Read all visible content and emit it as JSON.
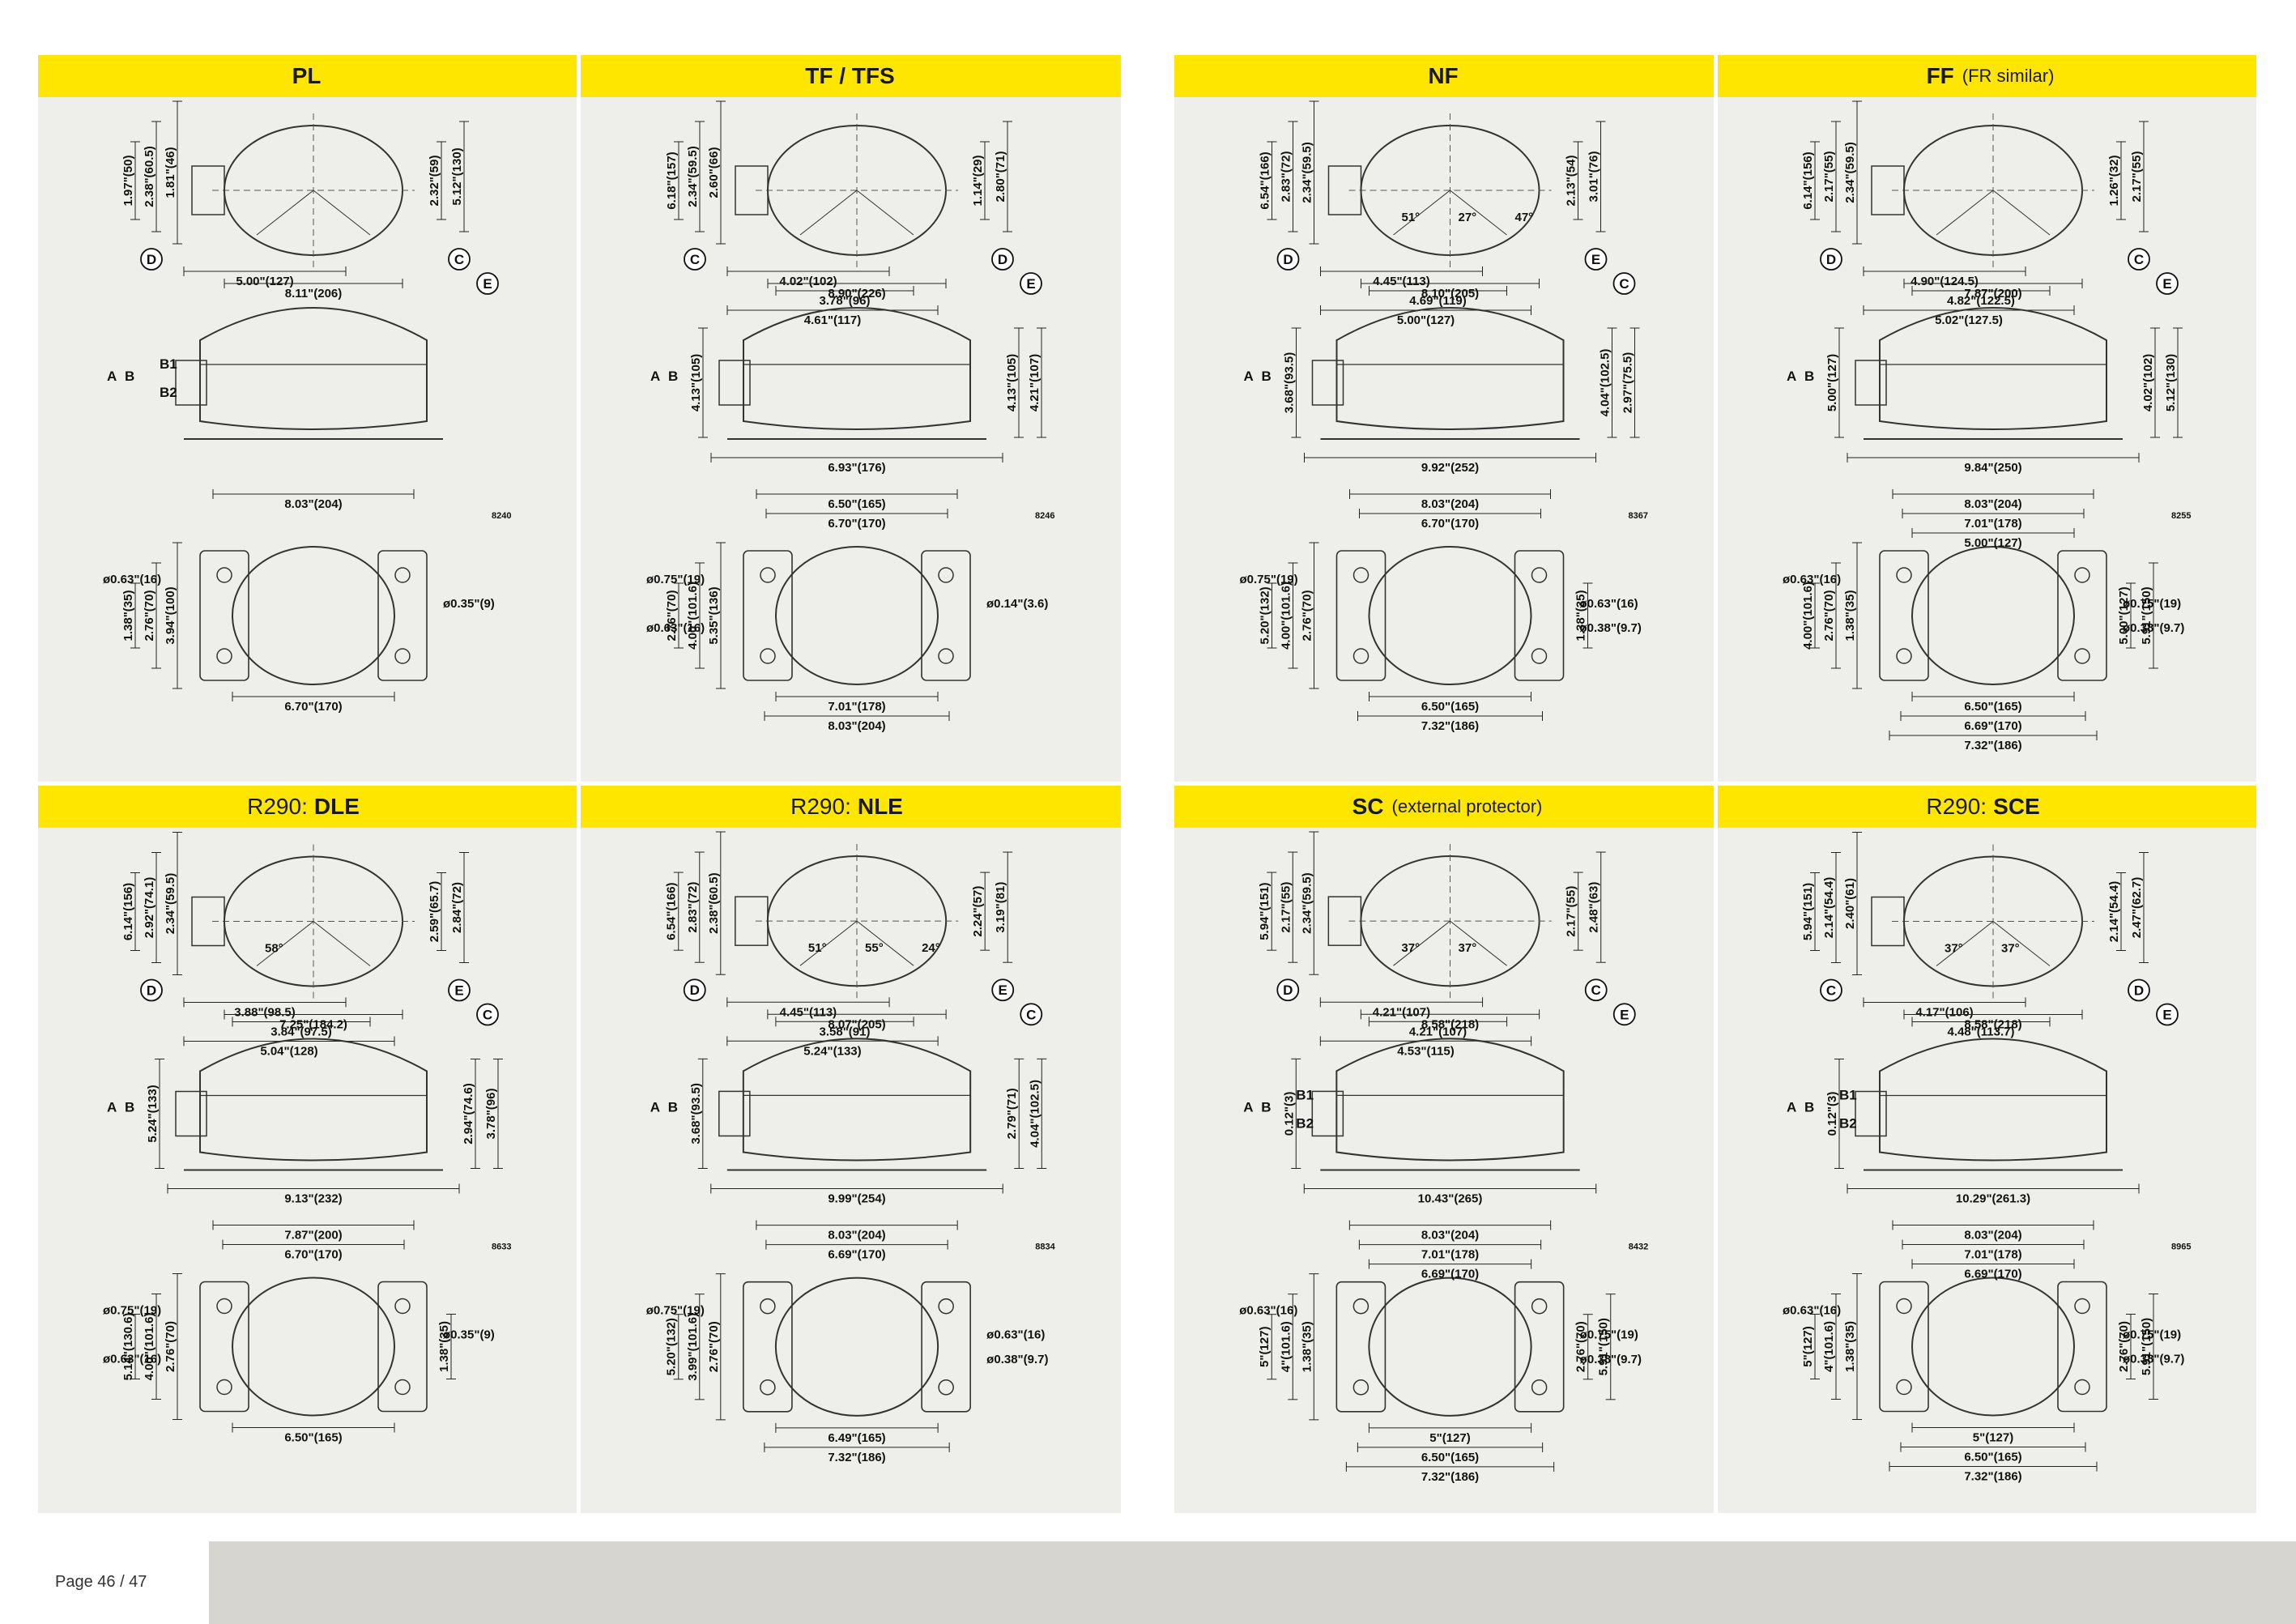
{
  "panels": [
    {
      "id": "pl",
      "title_pre": "",
      "title_main": "PL",
      "title_note": "",
      "code": "8240",
      "top_dims_h": [
        "5.00\"(127)"
      ],
      "top_dims_v": [
        "1.97\"(50)",
        "2.38\"(60.5)",
        "1.81\"(46)",
        "2.32\"(59)",
        "5.12\"(130)"
      ],
      "side_dims_h": [
        "8.11\"(206)"
      ],
      "side_labels": [
        "D",
        "C",
        "E"
      ],
      "height_labels": [
        "A",
        "B",
        "B1",
        "B2"
      ],
      "base_dims_h": [
        "8.03\"(204)",
        "6.70\"(170)"
      ],
      "base_dims_v": [
        "1.38\"(35)",
        "2.76\"(70)",
        "3.94\"(100)"
      ],
      "base_holes": [
        "ø0.63\"(16)",
        "ø0.35\"(9)"
      ]
    },
    {
      "id": "tf",
      "title_pre": "",
      "title_main": "TF / TFS",
      "title_note": "",
      "code": "8246",
      "top_dims_h": [
        "4.02\"(102)",
        "3.78\"(96)",
        "4.61\"(117)"
      ],
      "top_dims_v": [
        "6.18\"(157)",
        "2.34\"(59.5)",
        "2.60\"(66)",
        "1.14\"(29)",
        "2.80\"(71)"
      ],
      "side_dims_h": [
        "8.90\"(226)",
        "6.93\"(176)"
      ],
      "side_labels": [
        "C",
        "D",
        "E"
      ],
      "height_labels": [
        "A",
        "B"
      ],
      "side_dims_v": [
        "4.13\"(105)",
        "4.13\"(105)",
        "4.21\"(107)"
      ],
      "base_dims_h": [
        "6.50\"(165)",
        "6.70\"(170)",
        "7.01\"(178)",
        "8.03\"(204)"
      ],
      "base_dims_v": [
        "2.76\"(70)",
        "4.00\"(101.6)",
        "5.35\"(136)"
      ],
      "base_holes": [
        "ø0.75\"(19)",
        "ø0.14\"(3.6)",
        "ø0.63\"(16)"
      ]
    },
    {
      "id": "nf",
      "title_pre": "",
      "title_main": "NF",
      "title_note": "",
      "code": "8367",
      "top_dims_h": [
        "4.45\"(113)",
        "4.69\"(119)",
        "5.00\"(127)"
      ],
      "top_dims_v": [
        "6.54\"(166)",
        "2.83\"(72)",
        "2.34\"(59.5)",
        "2.13\"(54)",
        "3.01\"(76)"
      ],
      "side_dims_h": [
        "8.10\"(205)",
        "9.92\"(252)"
      ],
      "side_labels": [
        "D",
        "E",
        "C"
      ],
      "height_labels": [
        "A",
        "B"
      ],
      "side_dims_v": [
        "3.68\"(93.5)",
        "4.04\"(102.5)",
        "2.97\"(75.5)"
      ],
      "base_dims_h": [
        "8.03\"(204)",
        "6.70\"(170)",
        "6.50\"(165)",
        "7.32\"(186)"
      ],
      "base_dims_v": [
        "5.20\"(132)",
        "4.00\"(101.6)",
        "2.76\"(70)",
        "1.38\"(35)"
      ],
      "base_holes": [
        "ø0.75\"(19)",
        "ø0.63\"(16)",
        "ø0.38\"(9.7)"
      ]
    },
    {
      "id": "ff",
      "title_pre": "",
      "title_main": "FF",
      "title_note": "(FR similar)",
      "code": "8255",
      "top_dims_h": [
        "4.90\"(124.5)",
        "4.82\"(122.5)",
        "5.02\"(127.5)"
      ],
      "top_dims_v": [
        "6.14\"(156)",
        "2.17\"(55)",
        "2.34\"(59.5)",
        "1.26\"(32)",
        "2.17\"(55)"
      ],
      "side_dims_h": [
        "7.87\"(200)",
        "9.84\"(250)"
      ],
      "side_labels": [
        "D",
        "C",
        "E"
      ],
      "height_labels": [
        "A",
        "B"
      ],
      "side_dims_v": [
        "5.00\"(127)",
        "4.02\"(102)",
        "5.12\"(130)"
      ],
      "base_dims_h": [
        "8.03\"(204)",
        "7.01\"(178)",
        "5.00\"(127)",
        "6.50\"(165)",
        "6.69\"(170)",
        "7.32\"(186)"
      ],
      "base_dims_v": [
        "4.00\"(101.6)",
        "2.76\"(70)",
        "1.38\"(35)",
        "5.00\"(127)",
        "5.91\"(150)"
      ],
      "base_holes": [
        "ø0.63\"(16)",
        "ø0.75\"(19)",
        "ø0.38\"(9.7)"
      ]
    },
    {
      "id": "dle",
      "title_pre": "R290:",
      "title_main": "DLE",
      "title_note": "",
      "code": "8633",
      "top_dims_h": [
        "3.88\"(98.5)",
        "3.84\"(97.5)",
        "5.04\"(128)"
      ],
      "top_dims_v": [
        "6.14\"(156)",
        "2.92\"(74.1)",
        "2.34\"(59.5)",
        "2.59\"(65.7)",
        "2.84\"(72)"
      ],
      "side_dims_h": [
        "7.25\"(184.2)",
        "9.13\"(232)"
      ],
      "side_labels": [
        "D",
        "E",
        "C"
      ],
      "height_labels": [
        "A",
        "B"
      ],
      "side_dims_v": [
        "5.24\"(133)",
        "2.94\"(74.6)",
        "3.78\"(96)"
      ],
      "base_dims_h": [
        "7.87\"(200)",
        "6.70\"(170)",
        "6.50\"(165)"
      ],
      "base_dims_v": [
        "5.14\"(130.6)",
        "4.00\"(101.6)",
        "2.76\"(70)",
        "1.38\"(35)"
      ],
      "base_holes": [
        "ø0.75\"(19)",
        "ø0.35\"(9)",
        "ø0.63\"(16)"
      ]
    },
    {
      "id": "nle",
      "title_pre": "R290:",
      "title_main": "NLE",
      "title_note": "",
      "code": "8834",
      "top_dims_h": [
        "4.45\"(113)",
        "3.58\"(91)",
        "5.24\"(133)"
      ],
      "top_dims_v": [
        "6.54\"(166)",
        "2.83\"(72)",
        "2.38\"(60.5)",
        "2.24\"(57)",
        "3.19\"(81)"
      ],
      "side_dims_h": [
        "8.07\"(205)",
        "9.99\"(254)"
      ],
      "side_labels": [
        "D",
        "E",
        "C"
      ],
      "height_labels": [
        "A",
        "B"
      ],
      "side_dims_v": [
        "3.68\"(93.5)",
        "2.79\"(71)",
        "4.04\"(102.5)"
      ],
      "base_dims_h": [
        "8.03\"(204)",
        "6.69\"(170)",
        "6.49\"(165)",
        "7.32\"(186)"
      ],
      "base_dims_v": [
        "5.20\"(132)",
        "3.99\"(101.6)",
        "2.76\"(70)"
      ],
      "base_holes": [
        "ø0.75\"(19)",
        "ø0.63\"(16)",
        "ø0.38\"(9.7)"
      ]
    },
    {
      "id": "sc",
      "title_pre": "",
      "title_main": "SC",
      "title_note": "(external protector)",
      "code": "8432",
      "top_dims_h": [
        "4.21\"(107)",
        "4.21\"(107)",
        "4.53\"(115)"
      ],
      "top_dims_v": [
        "5.94\"(151)",
        "2.17\"(55)",
        "2.34\"(59.5)",
        "2.17\"(55)",
        "2.48\"(63)"
      ],
      "side_dims_h": [
        "8.58\"(218)",
        "10.43\"(265)"
      ],
      "side_labels": [
        "D",
        "C",
        "E"
      ],
      "height_labels": [
        "A",
        "B",
        "B1",
        "B2"
      ],
      "side_dims_v": [
        "0.12\"(3)"
      ],
      "base_dims_h": [
        "8.03\"(204)",
        "7.01\"(178)",
        "6.69\"(170)",
        "5\"(127)",
        "6.50\"(165)",
        "7.32\"(186)"
      ],
      "base_dims_v": [
        "5\"(127)",
        "4\"(101.6)",
        "1.38\"(35)",
        "2.76\"(70)",
        "5.91\"(150)"
      ],
      "base_holes": [
        "ø0.63\"(16)",
        "ø0.75\"(19)",
        "ø0.38\"(9.7)"
      ]
    },
    {
      "id": "sce",
      "title_pre": "R290:",
      "title_main": "SCE",
      "title_note": "",
      "code": "8965",
      "top_dims_h": [
        "4.17\"(106)",
        "4.48\"(113.7)"
      ],
      "top_dims_v": [
        "5.94\"(151)",
        "2.14\"(54.4)",
        "2.40\"(61)",
        "2.14\"(54.4)",
        "2.47\"(62.7)"
      ],
      "side_dims_h": [
        "8.58\"(218)",
        "10.29\"(261.3)"
      ],
      "side_labels": [
        "C",
        "D",
        "E"
      ],
      "height_labels": [
        "A",
        "B",
        "B1",
        "B2"
      ],
      "side_dims_v": [
        "0.12\"(3)"
      ],
      "base_dims_h": [
        "8.03\"(204)",
        "7.01\"(178)",
        "6.69\"(170)",
        "5\"(127)",
        "6.50\"(165)",
        "7.32\"(186)"
      ],
      "base_dims_v": [
        "5\"(127)",
        "4\"(101.6)",
        "1.38\"(35)",
        "2.76\"(70)",
        "5.91\"(150)"
      ],
      "base_holes": [
        "ø0.63\"(16)",
        "ø0.75\"(19)",
        "ø0.38\"(9.7)"
      ]
    }
  ],
  "angles": {
    "nf": [
      "51°",
      "27°",
      "47°"
    ],
    "nle": [
      "51°",
      "55°",
      "24°"
    ],
    "sc": [
      "37°",
      "37°"
    ],
    "sce": [
      "37°",
      "37°"
    ],
    "dle": [
      "58°"
    ]
  },
  "footer": {
    "page": "Page 46 / 47"
  },
  "colors": {
    "header": "#ffe600",
    "panel_bg": "#eeeeea",
    "footer_bar": "#d6d5cf"
  }
}
